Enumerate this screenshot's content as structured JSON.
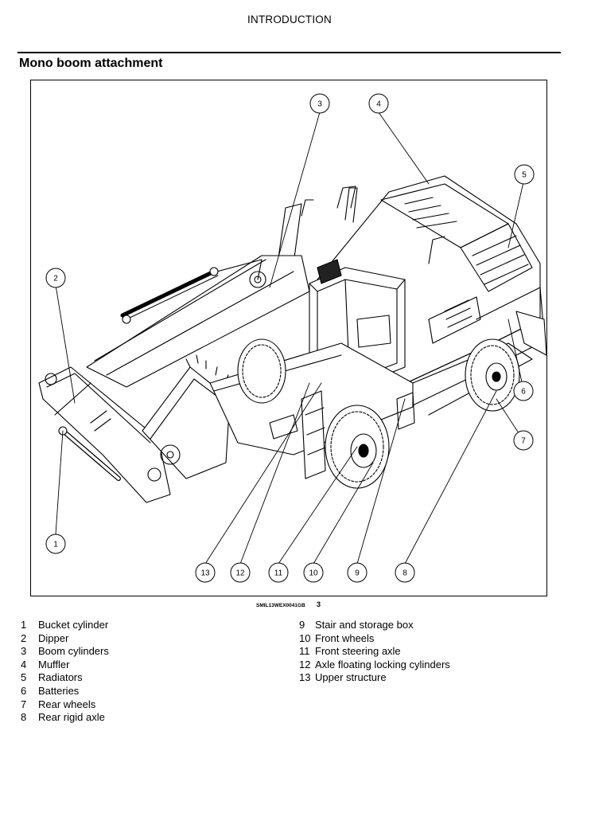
{
  "header": {
    "title": "INTRODUCTION"
  },
  "section": {
    "title": "Mono boom attachment"
  },
  "figure": {
    "id": "SMIL13WEX0041GB",
    "number": "3",
    "callouts": [
      "1",
      "2",
      "3",
      "4",
      "5",
      "6",
      "7",
      "8",
      "9",
      "10",
      "11",
      "12",
      "13"
    ]
  },
  "legend": {
    "left": [
      {
        "num": "1",
        "label": "Bucket cylinder"
      },
      {
        "num": "2",
        "label": "Dipper"
      },
      {
        "num": "3",
        "label": "Boom cylinders"
      },
      {
        "num": "4",
        "label": "Muffler"
      },
      {
        "num": "5",
        "label": "Radiators"
      },
      {
        "num": "6",
        "label": "Batteries"
      },
      {
        "num": "7",
        "label": "Rear wheels"
      },
      {
        "num": "8",
        "label": "Rear rigid axle"
      }
    ],
    "right": [
      {
        "num": "9",
        "label": "Stair and storage box"
      },
      {
        "num": "10",
        "label": "Front wheels"
      },
      {
        "num": "11",
        "label": "Front steering axle"
      },
      {
        "num": "12",
        "label": "Axle floating locking cylinders"
      },
      {
        "num": "13",
        "label": "Upper structure"
      }
    ]
  }
}
